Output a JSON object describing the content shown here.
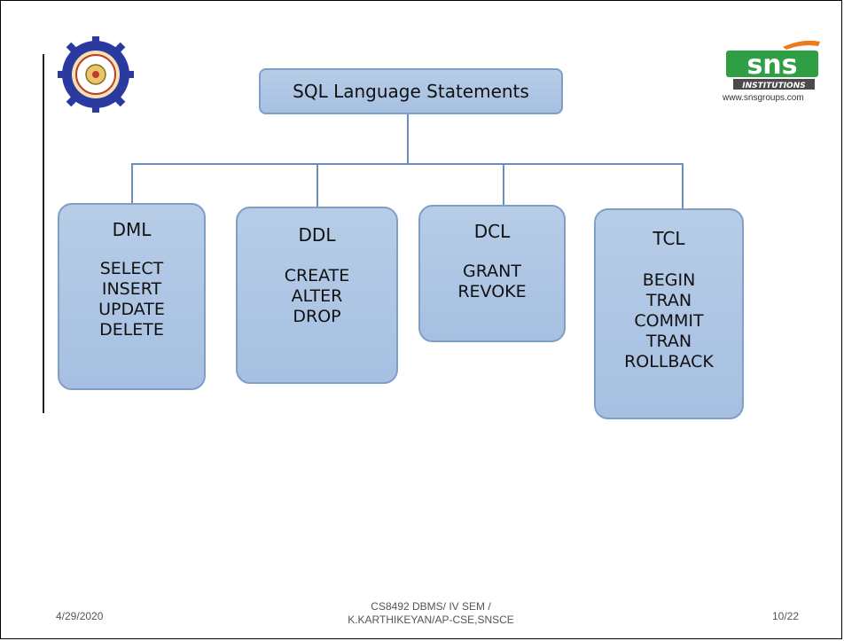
{
  "root": {
    "label": "SQL Language Statements"
  },
  "categories": [
    {
      "title": "DML",
      "items": [
        "SELECT",
        "INSERT",
        "UPDATE",
        "DELETE"
      ]
    },
    {
      "title": "DDL",
      "items": [
        "CREATE",
        "ALTER",
        "DROP"
      ]
    },
    {
      "title": "DCL",
      "items": [
        "GRANT",
        "REVOKE"
      ]
    },
    {
      "title": "TCL",
      "items": [
        "BEGIN",
        "TRAN",
        "COMMIT",
        "TRAN",
        "ROLLBACK"
      ]
    }
  ],
  "logo_right": {
    "brand": "sns",
    "tagline": "INSTITUTIONS",
    "url": "www.snsgroups.com"
  },
  "footer": {
    "date": "4/29/2020",
    "course_line1": "CS8492 DBMS/ IV SEM /",
    "course_line2": "K.KARTHIKEYAN/AP-CSE,SNSCE",
    "page": "10/22"
  },
  "colors": {
    "box_fill": "#a9c2e3",
    "box_border": "#7f9fc7",
    "connector": "#6a8fbf"
  }
}
